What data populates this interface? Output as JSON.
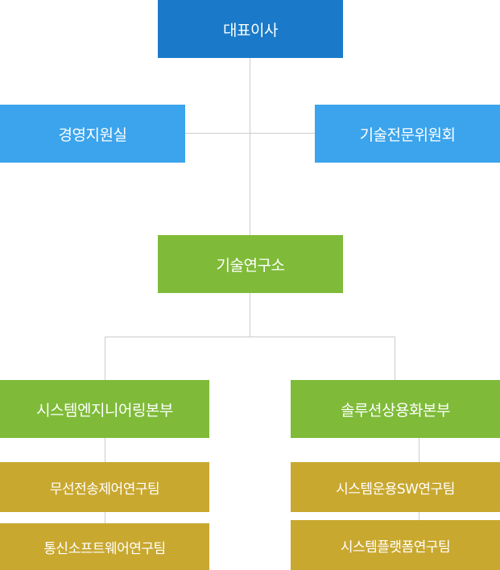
{
  "chart": {
    "ceo": "대표이사",
    "staff_left": "경영지원실",
    "staff_right": "기술전문위원회",
    "lab": "기술연구소",
    "division_left": {
      "name": "시스템엔지니어링본부",
      "teams": [
        "무선전송제어연구팀",
        "통신소프트웨어연구팀"
      ]
    },
    "division_right": {
      "name": "솔루션상용화본부",
      "teams": [
        "시스템운용SW연구팀",
        "시스템플랫폼연구팀"
      ]
    }
  },
  "colors": {
    "ceo": "#1a7ac9",
    "staff": "#3ba4ec",
    "lab": "#7fbb39",
    "team": "#c9a830",
    "connector": "#cccccc"
  }
}
